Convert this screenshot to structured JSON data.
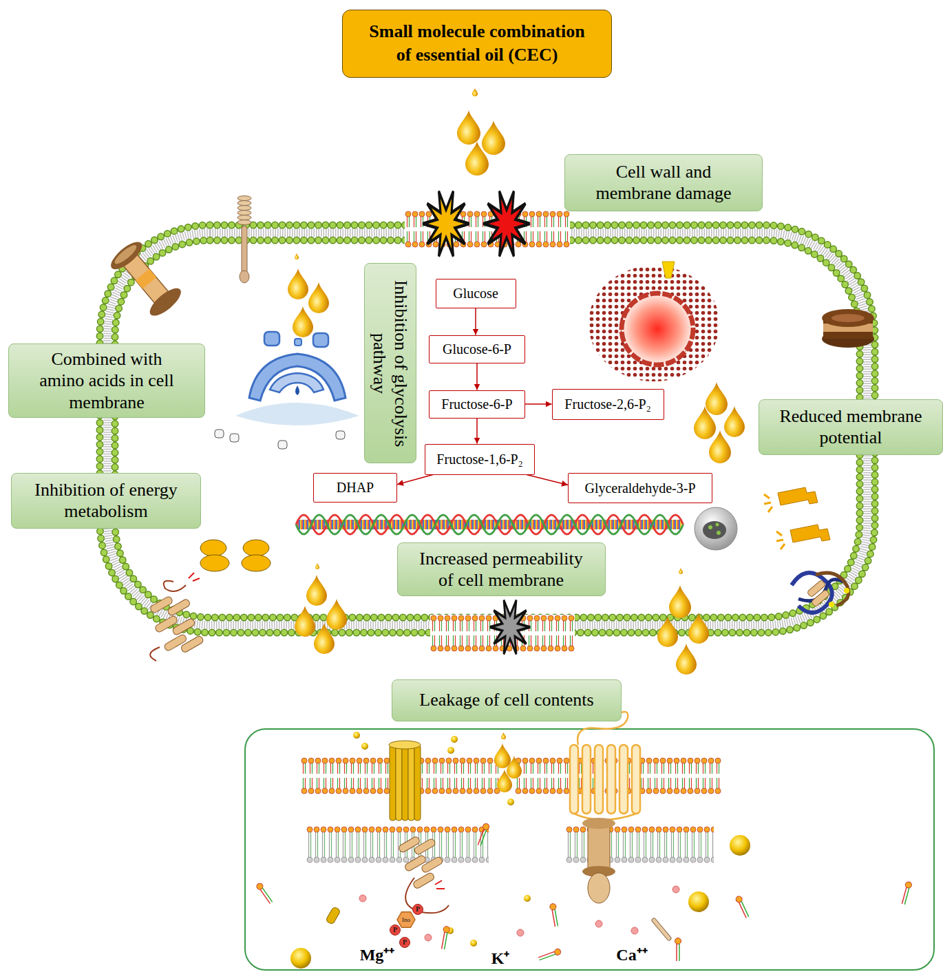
{
  "diagram": {
    "nodes": [
      {
        "text": [
          "Small molecule combination of essential oil (CEC)"
        ]
      },
      {
        "text": [
          "Cell wall and membrane damage"
        ]
      },
      {
        "text": [
          "Inhibition of glycolysis pathway"
        ]
      },
      {
        "text": [
          "Glucose"
        ]
      },
      {
        "text": [
          "Glucose-6-P"
        ]
      },
      {
        "text": [
          "Fructose-6-P"
        ]
      },
      {
        "text": [
          "Fructose-2,6-P₂"
        ]
      },
      {
        "text": [
          "Fructose-1,6-P₂"
        ]
      },
      {
        "text": [
          "DHAP"
        ]
      },
      {
        "text": [
          "Glyceraldehyde-3-P"
        ]
      },
      {
        "text": [
          "Combined with amino acids in cell membrane"
        ]
      },
      {
        "text": [
          "Reduced membrane potential"
        ]
      },
      {
        "text": [
          "Inhibition of energy metabolism"
        ]
      },
      {
        "text": [
          "Increased permeability of cell membrane"
        ]
      },
      {
        "text": [
          "Leakage of cell contents"
        ]
      }
    ],
    "edges": [
      {
        "from": 3,
        "to": 4,
        "arrow": "to"
      },
      {
        "from": 4,
        "to": 5,
        "arrow": "to"
      },
      {
        "from": 5,
        "to": 6,
        "arrow": "to"
      },
      {
        "from": 5,
        "to": 7,
        "arrow": "to"
      },
      {
        "from": 7,
        "to": 8,
        "arrow": "to"
      },
      {
        "from": 7,
        "to": 9,
        "arrow": "to"
      }
    ],
    "labels": [
      "Mg⁺⁺",
      "K⁺",
      "Ca⁺⁺",
      "Ino",
      "P",
      "P",
      "P"
    ]
  }
}
